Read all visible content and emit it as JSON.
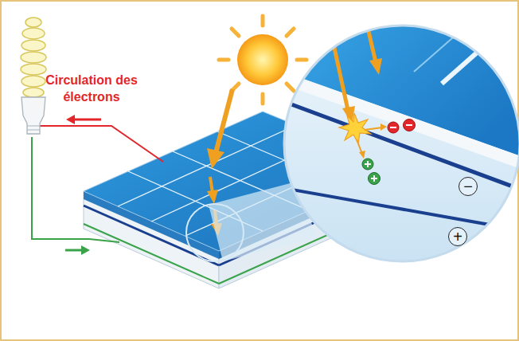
{
  "diagram": {
    "labels": [
      "Circulation des électrons",
      "−",
      "+"
    ]
  }
}
